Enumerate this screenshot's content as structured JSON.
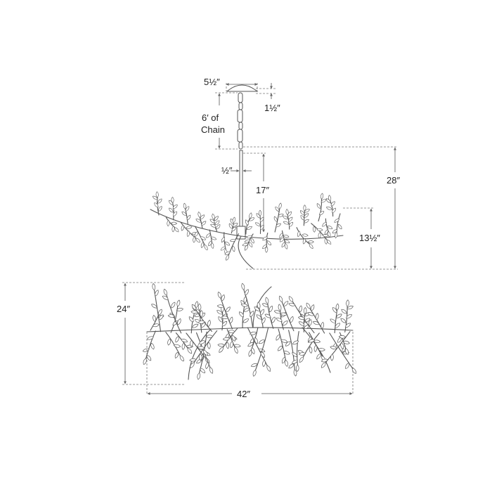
{
  "diagram": {
    "dimensions": {
      "canopy_width": "5½″",
      "canopy_height": "1½″",
      "chain_line1": "6′ of",
      "chain_line2": "Chain",
      "rod_diameter": "½″",
      "rod_length": "17″",
      "overall_height": "28″",
      "fixture_height": "13½″",
      "fixture_depth": "24″",
      "fixture_width": "42″"
    }
  }
}
